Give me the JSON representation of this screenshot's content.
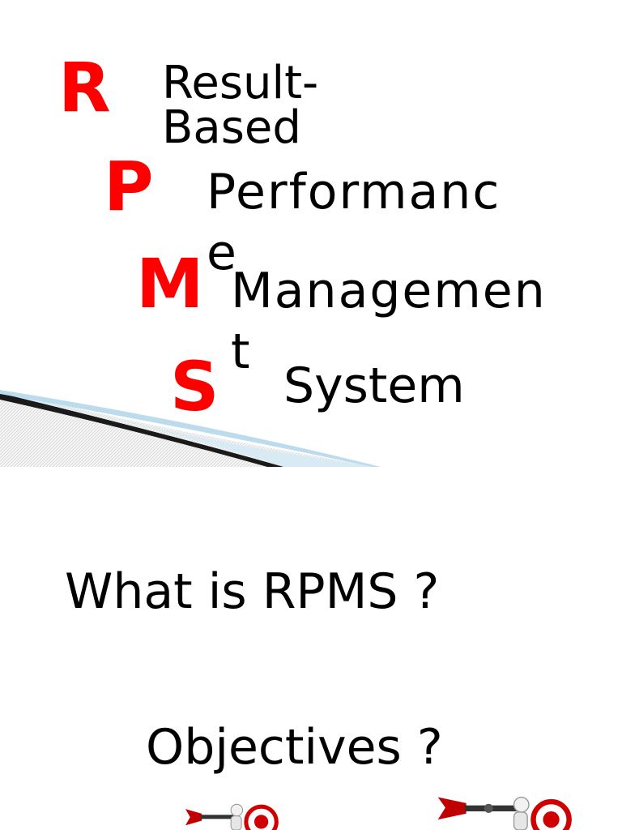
{
  "acronym": {
    "r": {
      "letter": "R",
      "word": "Result-Based"
    },
    "p": {
      "letter": "P",
      "word": "Performance"
    },
    "m": {
      "letter": "M",
      "word": "Management"
    },
    "s": {
      "letter": "S",
      "word": "System"
    }
  },
  "questions": {
    "what": "What is RPMS ?",
    "objectives": "Objectives ?"
  },
  "colors": {
    "accent": "#ff0000",
    "text": "#000000",
    "wave_light": "#cfe6f2",
    "wave_dark": "#1a1a1a"
  },
  "icons": {
    "decoration": "blue-wave-swoosh",
    "art_left": "dart-target-figure",
    "art_right": "dart-target-figure"
  }
}
